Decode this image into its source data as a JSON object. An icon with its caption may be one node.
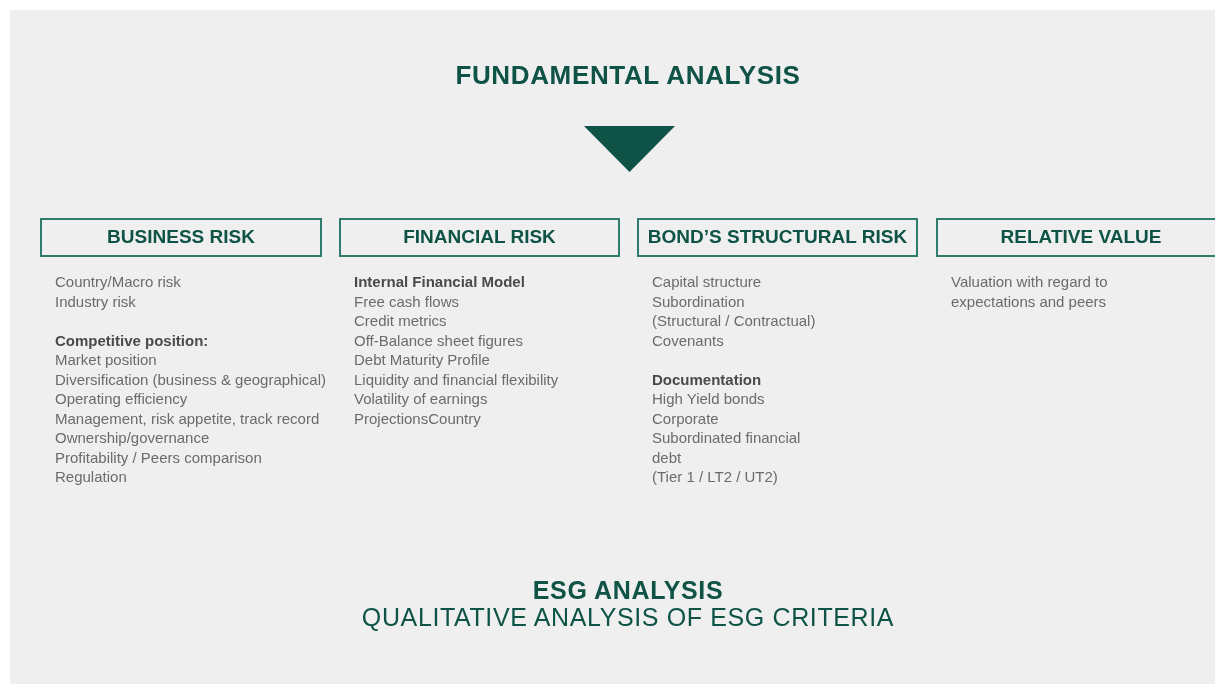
{
  "diagram": {
    "title": "FUNDAMENTAL ANALYSIS",
    "nodes": [
      {
        "text": [
          "BUSINESS RISK"
        ],
        "beside": [
          "Country/Macro risk",
          "Industry risk",
          "**Competitive position:**",
          "Market position",
          "Diversification (business & geographical)",
          "Operating efficiency",
          "Management, risk appetite, track record",
          "Ownership/governance",
          "Profitability / Peers comparison",
          "Regulation"
        ]
      },
      {
        "text": [
          "FINANCIAL RISK"
        ],
        "beside": [
          "**Internal Financial Model**",
          "Free cash flows",
          "Credit metrics",
          "Off-Balance sheet figures",
          "Debt Maturity Profile",
          "Liquidity and financial flexibility",
          "Volatility of earnings",
          "ProjectionsCountry"
        ]
      },
      {
        "text": [
          "BOND’S STRUCTURAL RISK"
        ],
        "beside": [
          "Capital structure",
          "Subordination",
          "(Structural / Contractual)",
          "Covenants",
          "**Documentation**",
          "High Yield bonds",
          "Corporate",
          "Subordinated financial debt",
          "(Tier 1 / LT2 / UT2)"
        ]
      },
      {
        "text": [
          "RELATIVE VALUE"
        ],
        "beside": [
          "Valuation with regard to expectations and peers"
        ]
      }
    ],
    "labels": [
      "ESG ANALYSIS",
      "QUALITATIVE ANALYSIS OF ESG CRITERIA"
    ]
  }
}
